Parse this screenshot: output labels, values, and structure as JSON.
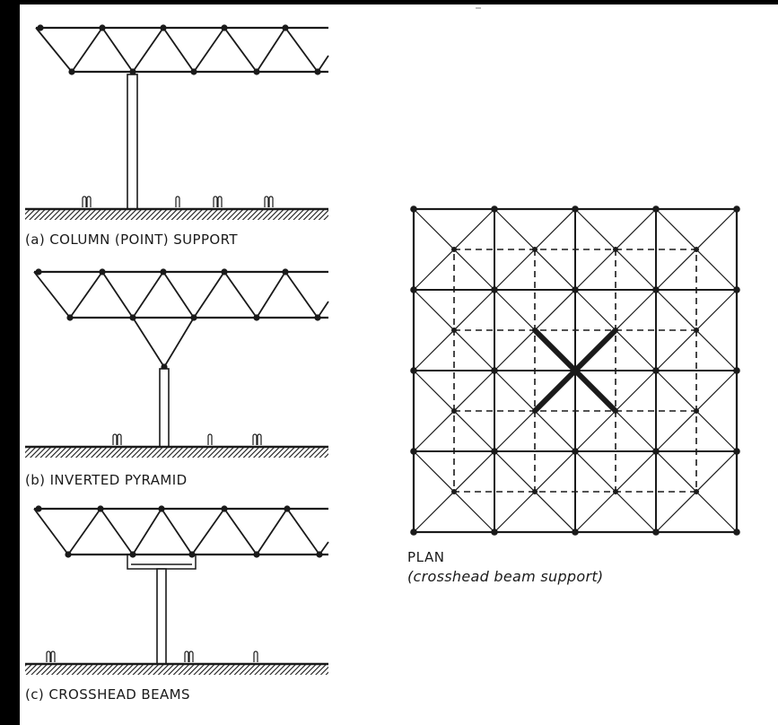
{
  "captions": {
    "a": "(a) COLUMN (POINT) SUPPORT",
    "b": "(b) INVERTED PYRAMID",
    "c": "(c) CROSSHEAD BEAMS"
  },
  "plan": {
    "title": "PLAN",
    "subtitle": "(crosshead beam support)",
    "grid_divisions": 4
  },
  "colors": {
    "ink": "#1a1a1a",
    "paper": "#ffffff",
    "frame": "#000000"
  }
}
